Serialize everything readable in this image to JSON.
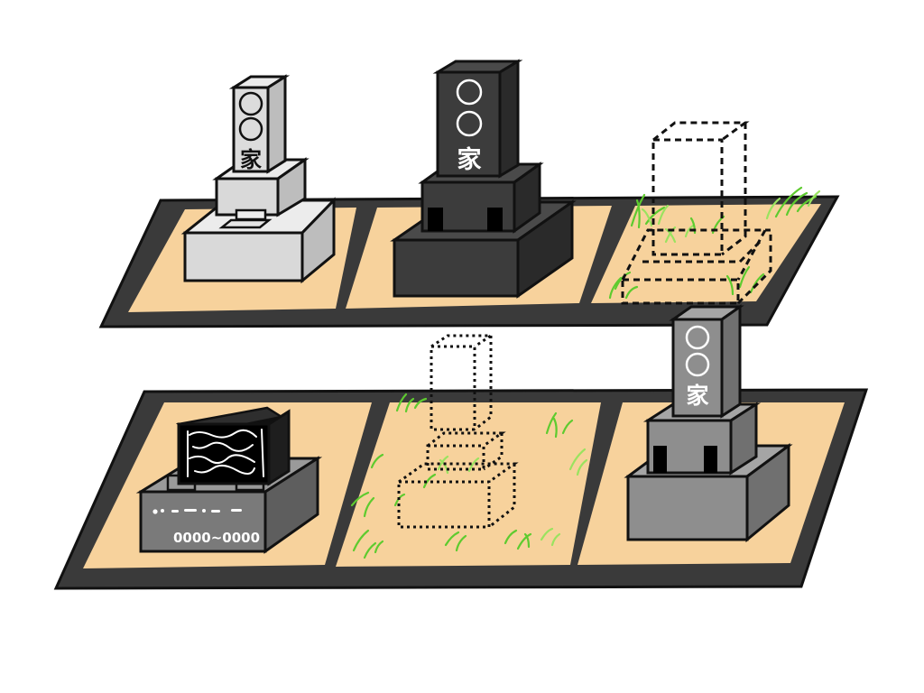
{
  "colors": {
    "background": "#ffffff",
    "outline": "#111111",
    "platform": "#3a3a3a",
    "plot_soil": "#f7d29c",
    "stone_light": "#d9d9d9",
    "stone_light_side": "#bdbdbd",
    "stone_dark": "#3c3c3c",
    "stone_dark_side": "#2a2a2a",
    "stone_mid": "#8e8e8e",
    "stone_mid_side": "#707070",
    "grass": "#5ecb2f",
    "grass_light": "#9ae35f"
  },
  "top_row": {
    "plots": [
      {
        "grave": "light-gray-family-grave",
        "inscription": {
          "line1": "〇",
          "line2": "〇",
          "line3": "家"
        }
      },
      {
        "grave": "black-family-grave",
        "inscription": {
          "line1": "〇",
          "line2": "〇",
          "line3": "家"
        }
      },
      {
        "grave": "empty-dashed-outline-overgrown"
      }
    ]
  },
  "bottom_row": {
    "plots": [
      {
        "grave": "western-style-black-grave",
        "dates": "0000~0000"
      },
      {
        "grave": "empty-dotted-outline-overgrown"
      },
      {
        "grave": "gray-family-grave",
        "inscription": {
          "line1": "〇",
          "line2": "〇",
          "line3": "家"
        }
      }
    ]
  }
}
